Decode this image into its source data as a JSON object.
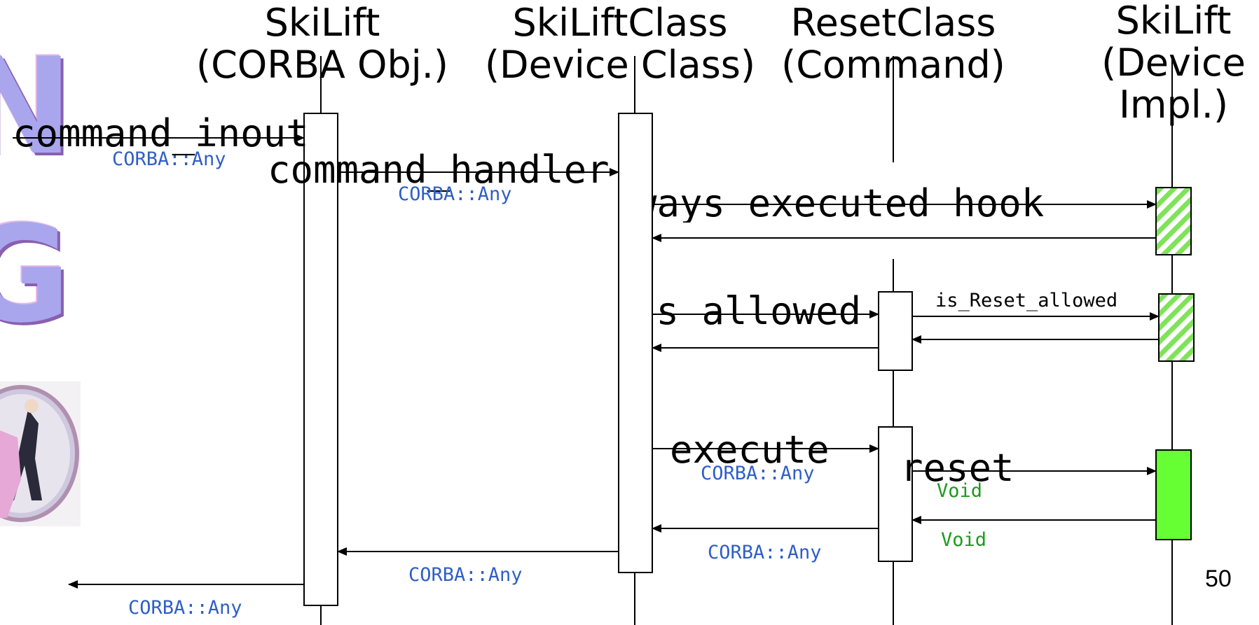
{
  "lifelines": [
    {
      "id": "corba",
      "header": [
        "SkiLift",
        "(CORBA Obj.)"
      ]
    },
    {
      "id": "devclass",
      "header": [
        "SkiLiftClass",
        "(Device Class)"
      ]
    },
    {
      "id": "reset",
      "header": [
        "ResetClass",
        "(Command)"
      ]
    },
    {
      "id": "impl",
      "header": [
        "SkiLift",
        "(Device",
        "Impl.)"
      ]
    }
  ],
  "messages": {
    "command_inout": "command_inout",
    "command_handler": "command_handler",
    "always_executed_hook": "always_executed_hook",
    "is_allowed": "is_allowed",
    "is_reset_allowed": "is_Reset_allowed",
    "execute": "execute",
    "reset": "reset"
  },
  "returns": {
    "arg_command_inout": "CORBA::Any",
    "arg_command_handler": "CORBA::Any",
    "arg_execute": "CORBA::Any",
    "arg_reset": "Void",
    "ret_reset": "Void",
    "ret_execute": "CORBA::Any",
    "ret_command_handler": "CORBA::Any",
    "ret_command_inout": "CORBA::Any"
  },
  "page_number": "50",
  "decor": {
    "letters": [
      "N",
      "G"
    ],
    "image": "dancing-couple-illustration"
  },
  "colors": {
    "return_label": "#2f5fc6",
    "void_label": "#1d9a1d",
    "hatched_activation": "#7fe35a",
    "solid_activation": "#66ff33",
    "decor_letter": "#a9a6ee"
  }
}
